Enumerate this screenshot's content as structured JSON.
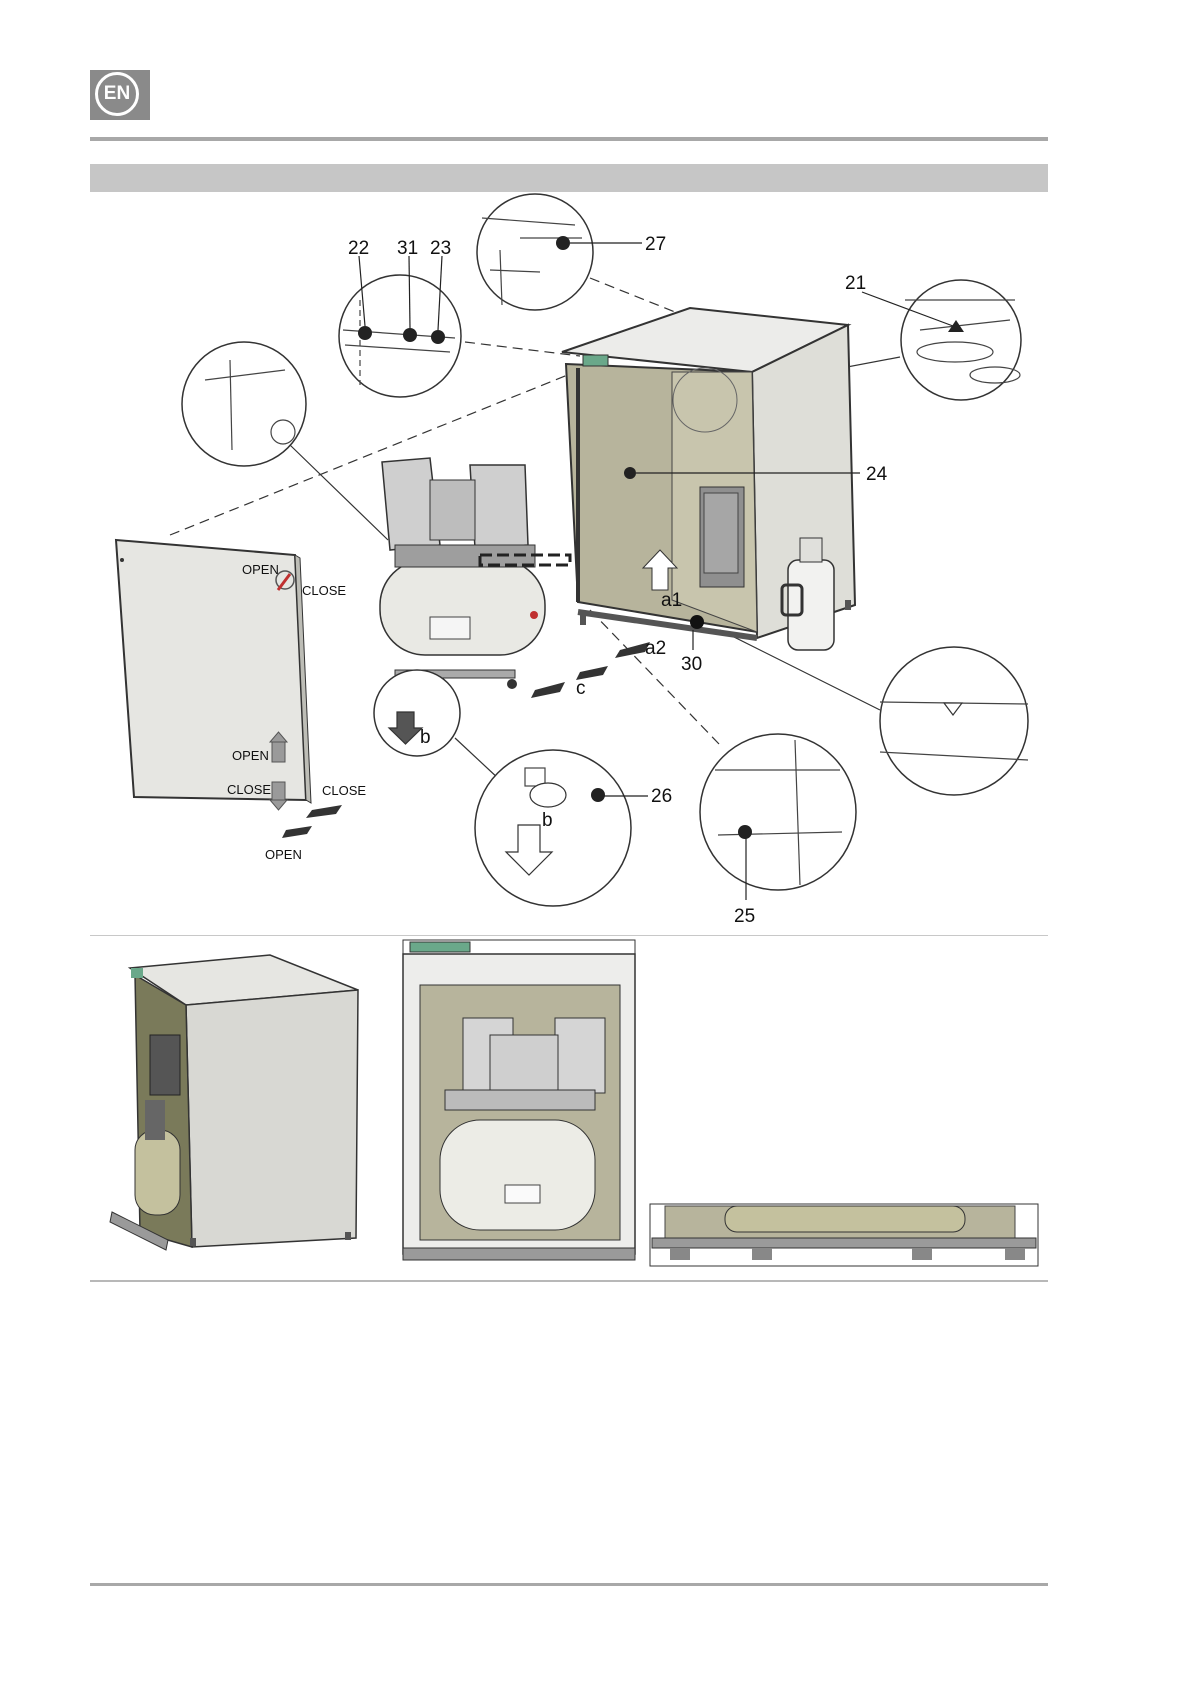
{
  "header": {
    "language_code": "EN"
  },
  "callouts": {
    "n22": "22",
    "n31": "31",
    "n23": "23",
    "n27": "27",
    "n21": "21",
    "n24": "24",
    "n30": "30",
    "n26": "26",
    "n25": "25",
    "a1": "a1",
    "a2": "a2",
    "c": "c",
    "b1": "b",
    "b2": "b"
  },
  "panel_labels": {
    "open_top": "OPEN",
    "close_top": "CLOSE",
    "open_mid": "OPEN",
    "close_mid": "CLOSE",
    "close_bottom": "CLOSE",
    "open_bottom": "OPEN"
  },
  "colors": {
    "cabinet": "#e6e6e2",
    "cabinet_interior": "#b7b49c",
    "tank": "#e9e9e4",
    "motor": "#cfcfcf",
    "accent_green": "#6aa88a"
  }
}
